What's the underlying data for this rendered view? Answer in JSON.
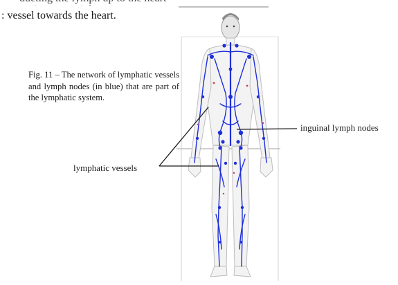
{
  "top_fragment": "ducting the lymph up to the heart region, a special",
  "lead_text": ": vessel towards the heart.",
  "figure": {
    "caption": "Fig. 11 – The network of lymphatic vessels and lymph nodes (in blue) that are part of the lymphatic system.",
    "labels": {
      "inguinal": "inguinal lymph nodes",
      "vessels": "lymphatic vessels"
    },
    "vessel_color": "#1f2fd8",
    "accent_dot_color": "#d23a4a"
  }
}
